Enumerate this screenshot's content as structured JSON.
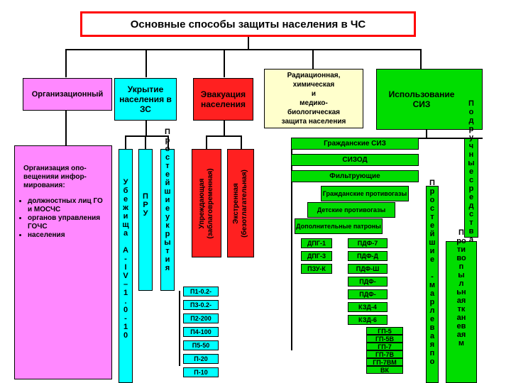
{
  "title": "Основные способы защиты населения в ЧС",
  "colors": {
    "pink": "#ff88ff",
    "cyan": "#00ffff",
    "red": "#ff2020",
    "yellow": "#ffffcc",
    "green": "#00dd00",
    "title_border": "#ff0000"
  },
  "categories": {
    "org": "Организационный",
    "shelter": "Укрытие населения в ЗС",
    "evac": "Эвакуация населения",
    "rad": [
      "Радиационная,",
      "химическая",
      "и",
      "медико-",
      "биологическая",
      "защита населения"
    ],
    "siz": "Использование СИЗ"
  },
  "org_detail": {
    "intro": [
      "Организация опо-",
      "вещенияи инфор-",
      "мирования:"
    ],
    "items": [
      "должностных лиц ГО и МОСЧС",
      "органов управления ГОЧС",
      "населения"
    ]
  },
  "shelter_types": {
    "ubezhishcha": [
      "У",
      "б",
      "е",
      "ж",
      "и",
      "щ",
      "а",
      " ",
      "А",
      "-",
      "I",
      "V",
      "–",
      "1",
      ".",
      "0",
      "-",
      "1",
      "0"
    ],
    "pru": [
      "П",
      "Р",
      "У"
    ],
    "prostye": [
      "П",
      "р",
      "о",
      "с",
      "т",
      "е",
      "й",
      "ш",
      "и",
      "е",
      "у",
      "к",
      "р",
      "ы",
      "т",
      "и",
      "я"
    ]
  },
  "shelter_models": [
    "П1-0.2-",
    "П3-0.2-",
    "П2-200",
    "П4-100",
    "П5-50",
    "П-20",
    "П-10"
  ],
  "evac_types": [
    "Упреждающая (заблаговременная)",
    "Экстренная (безотлагательная)"
  ],
  "siz_bars": [
    "Гражданские СИЗ",
    "СИЗОД",
    "Фильтрующие"
  ],
  "siz_sub": [
    "Гражданские противогазы",
    "Детские противогазы",
    "Дополнительные патроны"
  ],
  "dpg": [
    "ДПГ-1",
    "ДПГ-3",
    "ПЗУ-К"
  ],
  "pdf": [
    "ПДФ-7",
    "ПДФ-Д",
    "ПДФ-Ш",
    "ПДФ-",
    "ПДФ-",
    "КЗД-4",
    "КЗД-6"
  ],
  "gp": [
    "ГП-5",
    "ГП-5В",
    "ГП-7",
    "ГП-7В",
    "ГП-7ВМ",
    "ВК"
  ],
  "podruchnye": [
    "П",
    "о",
    "д",
    "р",
    "у",
    "ч",
    "н",
    "ы",
    "е",
    "с",
    "р",
    "е",
    "д",
    "с",
    "т",
    "в",
    "а"
  ],
  "prostejshie": [
    "П",
    "р",
    "о",
    "с",
    "т",
    "е",
    "й",
    "ш",
    "и",
    "е",
    " ",
    "-",
    "м",
    "а",
    "р",
    "л",
    "е",
    "в",
    "а",
    "я",
    "п",
    "о"
  ],
  "protivopylnaya": [
    "П",
    "ро",
    "ти",
    "во",
    "п",
    "ы",
    "л",
    "ьн",
    "ая",
    "",
    "тк",
    "ан",
    "ев",
    "ая",
    "м"
  ]
}
